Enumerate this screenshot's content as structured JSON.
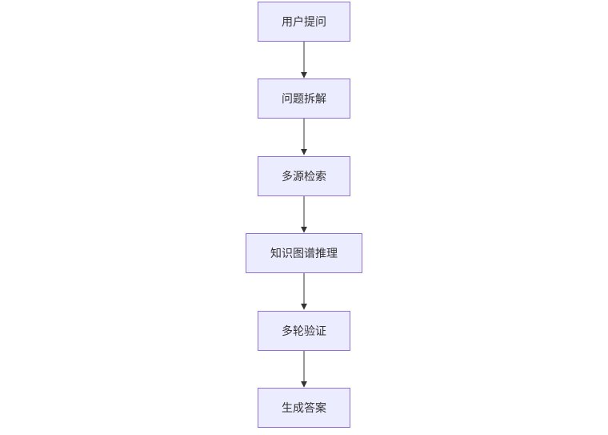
{
  "flowchart": {
    "direction": "top-to-bottom",
    "node_fill": "#ececff",
    "node_border": "#9370db",
    "edge_color": "#333333",
    "nodes": [
      {
        "id": "n1",
        "label": "用户提问"
      },
      {
        "id": "n2",
        "label": "问题拆解"
      },
      {
        "id": "n3",
        "label": "多源检索"
      },
      {
        "id": "n4",
        "label": "知识图谱推理"
      },
      {
        "id": "n5",
        "label": "多轮验证"
      },
      {
        "id": "n6",
        "label": "生成答案"
      }
    ],
    "edges": [
      {
        "from": "n1",
        "to": "n2"
      },
      {
        "from": "n2",
        "to": "n3"
      },
      {
        "from": "n3",
        "to": "n4"
      },
      {
        "from": "n4",
        "to": "n5"
      },
      {
        "from": "n5",
        "to": "n6"
      }
    ]
  }
}
